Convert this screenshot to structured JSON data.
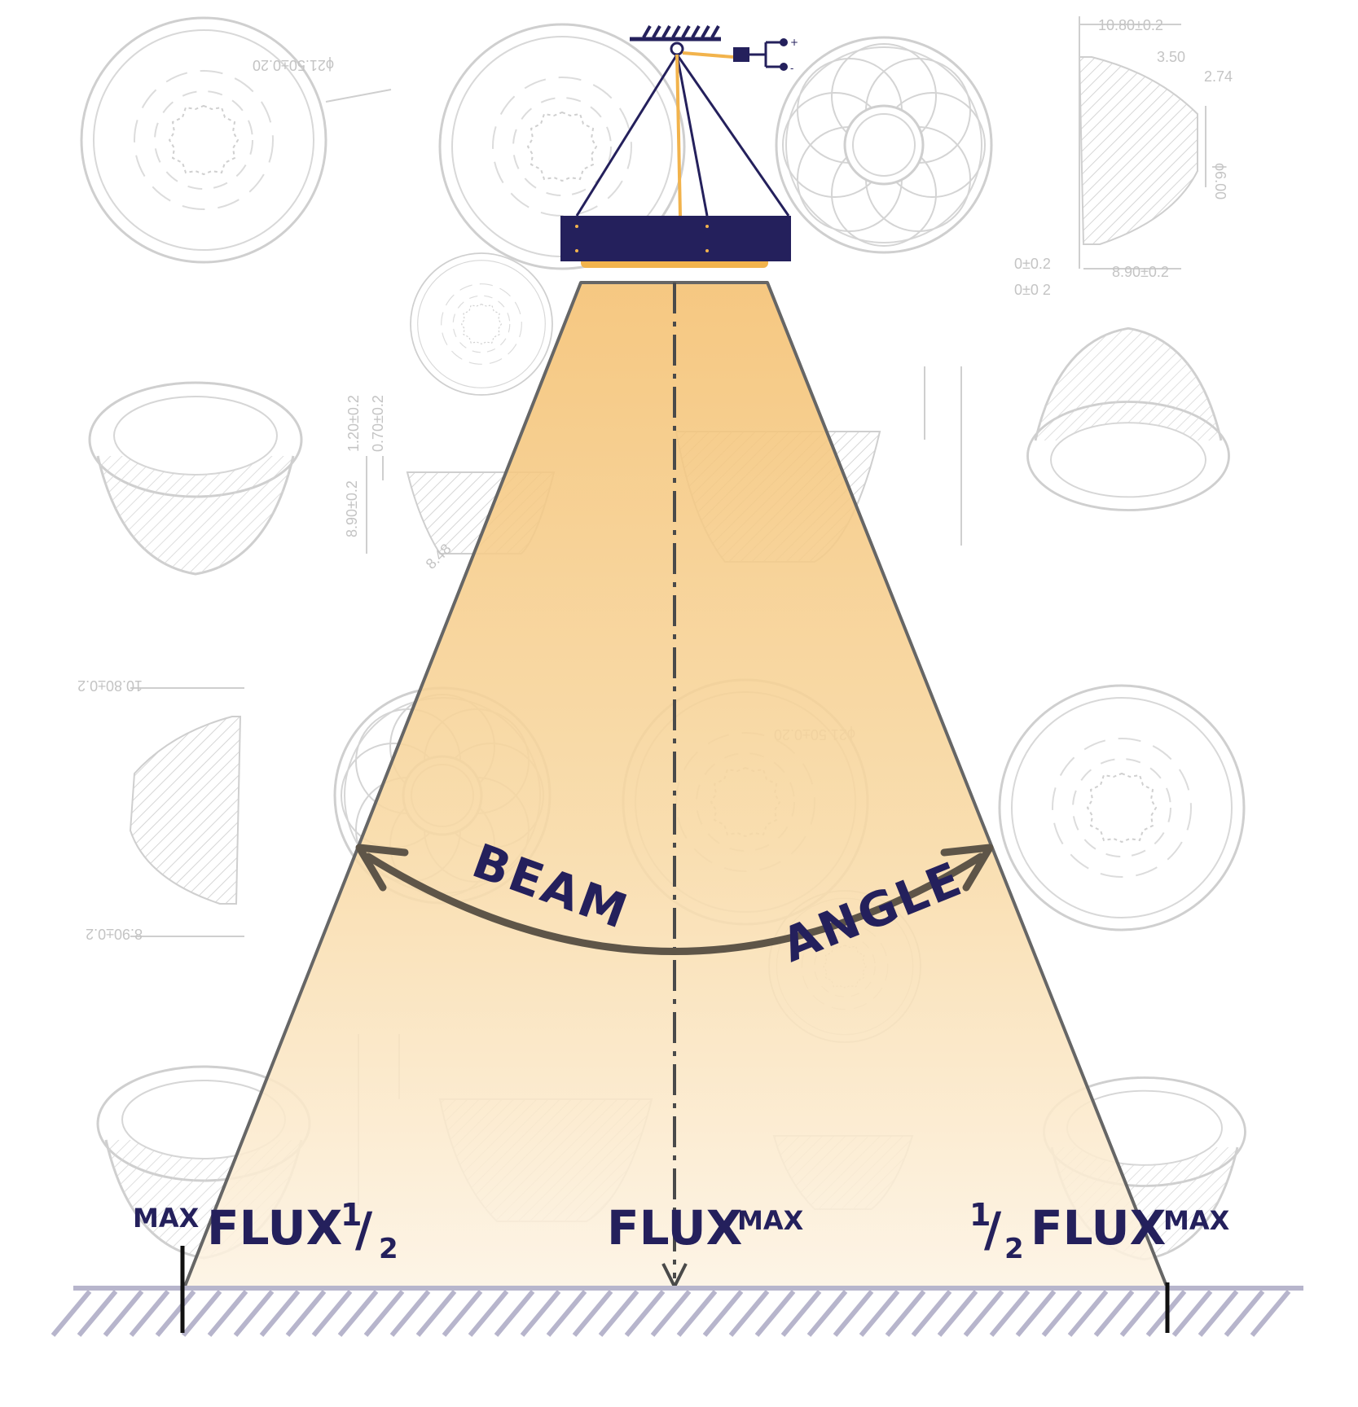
{
  "colors": {
    "navy": "#24205c",
    "amber": "#f2b34c",
    "beam_top": "#f4c070",
    "beam_bottom": "#fdf3e3",
    "ground": "#b7b5cc",
    "sketch": "#cfcfcf",
    "arc": "#5e5548",
    "beam_edge": "#666666"
  },
  "lamp": {
    "terminal_plus": "+",
    "terminal_minus": "-"
  },
  "labels": {
    "left": {
      "sup": "MAX",
      "main": "FLUX",
      "frac_num": "1",
      "frac_slash": "/",
      "frac_den": "2"
    },
    "center": {
      "main": "FLUX",
      "sup": "MAX"
    },
    "right": {
      "frac_num": "1",
      "frac_slash": "/",
      "frac_den": "2",
      "main": "FLUX",
      "sup": "MAX"
    },
    "arc_left": "BEAM",
    "arc_right": "ANGLE"
  },
  "background_dimensions": {
    "d1": "10.80±0.2",
    "d2": "3.50",
    "d3": "2.74",
    "d4": "ϕ6.00",
    "d5": "0±0.2",
    "d6": "8.90±0.2",
    "d7": "0±0 2",
    "d8": "ϕ21.50±0.20",
    "d9": "1.20±0.2",
    "d10": "0.70±0.2",
    "d11": "8.90±0.2",
    "d12": "8.48"
  }
}
